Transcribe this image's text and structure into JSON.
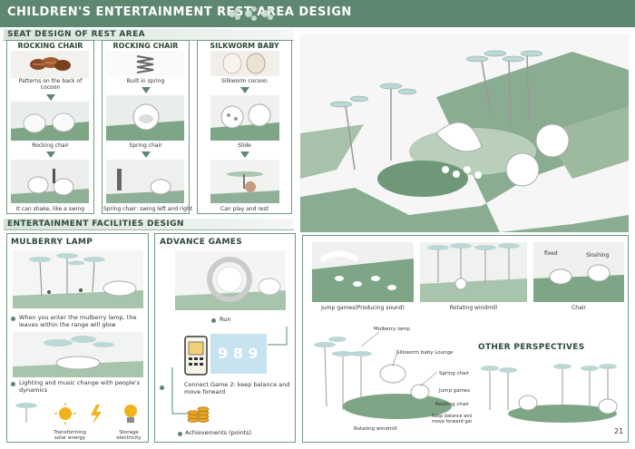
{
  "banner": {
    "title": "CHILDREN'S ENTERTAINMENT REST AREA DESIGN"
  },
  "sections": {
    "seat": "SEAT DESIGN OF REST AREA",
    "facilities": "ENTERTAINMENT FACILITIES DESIGN"
  },
  "seat_panels": [
    {
      "title": "ROCKING CHAIR",
      "cap1": "Patterns on the back of cocoon",
      "cap2": "Rocking chair",
      "cap3": "It can shake, like a swing"
    },
    {
      "title": "ROCKING CHAIR",
      "cap1": "Built in spring",
      "cap2": "Spring chair",
      "cap3": "Spring chair: swing left and right"
    },
    {
      "title": "SILKWORM BABY LOUNGE",
      "cap1": "Silkworm cocoon",
      "cap2": "Slide",
      "cap3": "Can play and rest"
    }
  ],
  "mulberry": {
    "title": "MULBERRY LAMP",
    "text1": "When you enter the mulberry lamp, the leaves within the range will glow",
    "text2": "Lighting and music change with people's dynamics",
    "solar": "Transforming solar energy",
    "storage": "Storage electricity"
  },
  "games": {
    "title": "ADVANCE GAMES",
    "run": "Run",
    "connect": "Connect Game 2: keep balance and move forward",
    "achievements": "Achievements (points)",
    "screen_text": "9 8 9"
  },
  "right_captions": {
    "jump": "Jump games(Producing sound)",
    "windmill": "Rotating windmill",
    "chair": "Chair",
    "fixed": "fixed",
    "sloshing": "Sloshing",
    "other": "OTHER PERSPECTIVES"
  },
  "perspective_labels": {
    "mulberry_lamp": "Mulberry lamp",
    "silkworm": "Silkworm baby Lounge",
    "spring_chair": "Spring chair",
    "jump_games": "Jump games",
    "rocking_chair": "Rocking chair",
    "balance": "Keep balance and move forward game",
    "windmill": "Rotating windmill"
  },
  "page_number": "21"
}
